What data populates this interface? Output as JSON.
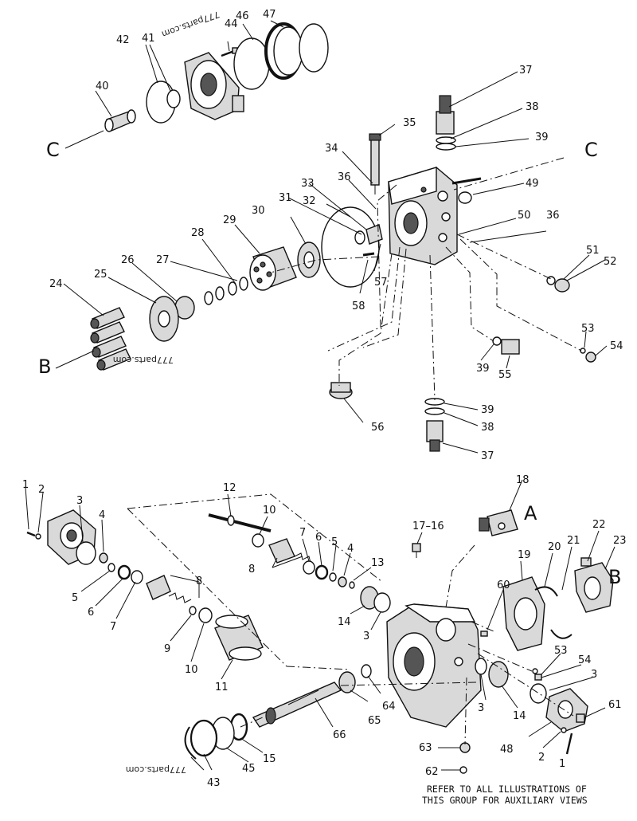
{
  "callouts": {
    "n1": "1",
    "n2": "2",
    "n3": "3",
    "n4": "4",
    "n5": "5",
    "n6": "6",
    "n7": "7",
    "n8": "8",
    "n9": "9",
    "n10": "10",
    "n11": "11",
    "n12": "12",
    "n13": "13",
    "n14": "14",
    "n15": "15",
    "n17_16": "17–16",
    "n18": "18",
    "n19": "19",
    "n20": "20",
    "n21": "21",
    "n22": "22",
    "n23": "23",
    "n24": "24",
    "n25": "25",
    "n26": "26",
    "n27": "27",
    "n28": "28",
    "n29": "29",
    "n30": "30",
    "n31": "31",
    "n32": "32",
    "n33": "33",
    "n34": "34",
    "n35": "35",
    "n36": "36",
    "n37": "37",
    "n38": "38",
    "n39": "39",
    "n40": "40",
    "n41": "41",
    "n42": "42",
    "n43": "43",
    "n44": "44",
    "n45": "45",
    "n46": "46",
    "n47": "47",
    "n48": "48",
    "n49": "49",
    "n50": "50",
    "n51": "51",
    "n52": "52",
    "n53": "53",
    "n54": "54",
    "n55": "55",
    "n56": "56",
    "n57": "57",
    "n58": "58",
    "n60": "60",
    "n61": "61",
    "n62": "62",
    "n63": "63",
    "n64": "64",
    "n65": "65",
    "n66": "66"
  },
  "view_letters": {
    "a": "A",
    "b": "B",
    "c": "C"
  },
  "watermark": "777parts.com",
  "footer_note": {
    "line1": "REFER TO ALL ILLUSTRATIONS OF",
    "line2": "THIS GROUP FOR AUXILIARY VIEWS"
  }
}
